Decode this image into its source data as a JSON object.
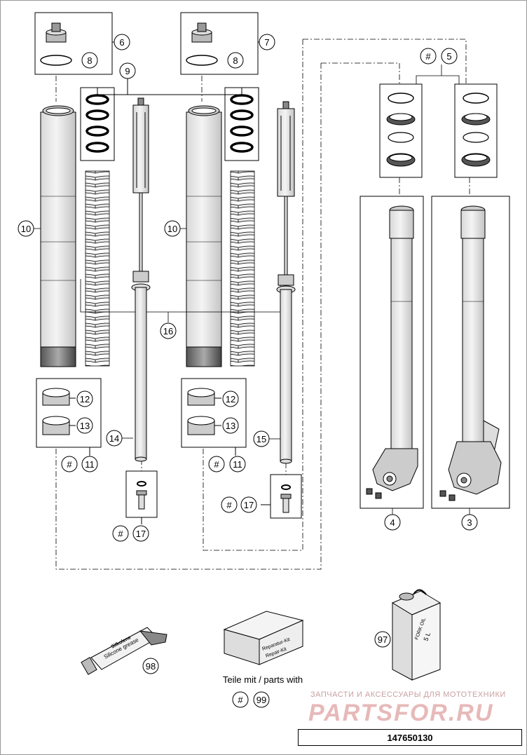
{
  "callouts": {
    "c6": "6",
    "c7": "7",
    "c8a": "8",
    "c8b": "8",
    "c9": "9",
    "c5": "5",
    "hash5": "#",
    "c10a": "10",
    "c10b": "10",
    "c16": "16",
    "c12a": "12",
    "c13a": "13",
    "c12b": "12",
    "c13b": "13",
    "c11a": "11",
    "c11b": "11",
    "hash11a": "#",
    "hash11b": "#",
    "c14": "14",
    "c15": "15",
    "c17a": "17",
    "c17b": "17",
    "hash17a": "#",
    "hash17b": "#",
    "c4": "4",
    "c3": "3",
    "c97": "97",
    "c98": "98",
    "c99": "99",
    "hash99": "#"
  },
  "labels": {
    "parts_caption": "Teile mit / parts with",
    "kit_line1": "Reparatur-Kit",
    "kit_line2": "Repair-Kit",
    "tube_brand": "Silkolene",
    "tube_text": "Silicone grease",
    "can_line1": "FORK OIL",
    "can_line2": "5 L",
    "watermark_small": "ЗАПЧАСТИ И АКСЕССУАРЫ ДЛЯ МОТОТЕХНИКИ",
    "watermark_big": "PARTSFOR.RU",
    "part_number": "147650130"
  }
}
